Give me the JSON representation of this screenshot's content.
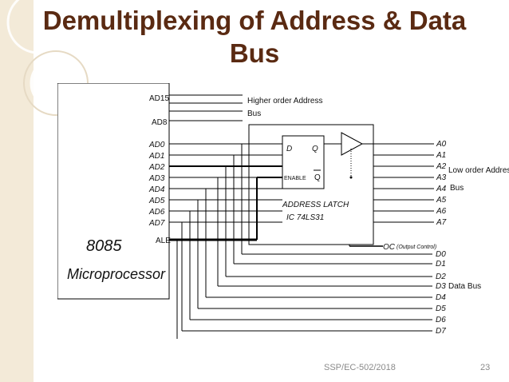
{
  "slide": {
    "title_line1": "Demultiplexing of Address & Data",
    "title_line2": "Bus",
    "footer_left": "SSP/EC-502/2018",
    "page_number": "23"
  },
  "diagram": {
    "processor_label_1": "8085",
    "processor_label_2": "Microprocessor",
    "high_pins": [
      "AD15",
      "AD8"
    ],
    "low_pins": [
      "AD0",
      "AD1",
      "AD2",
      "AD3",
      "AD4",
      "AD5",
      "AD6",
      "AD7"
    ],
    "ale_label": "ALE",
    "higher_address_1": "Higher order Address",
    "higher_address_2": "Bus",
    "latch_d": "D",
    "latch_q": "Q",
    "latch_enable": "ENABLE",
    "latch_qbar": "Q",
    "latch_name": "ADDRESS LATCH",
    "latch_ic": "IC 74LS31",
    "oc_label": "OC",
    "oc_note": "(Output Control)",
    "address_outputs": [
      "A0",
      "A1",
      "A2",
      "A3",
      "A4",
      "A5",
      "A6",
      "A7"
    ],
    "low_address_1": "Low order Address",
    "low_address_2": "Bus",
    "data_outputs": [
      "D0",
      "D1",
      "D2",
      "D3",
      "D4",
      "D5",
      "D6",
      "D7"
    ],
    "data_bus_label": "Data Bus"
  }
}
